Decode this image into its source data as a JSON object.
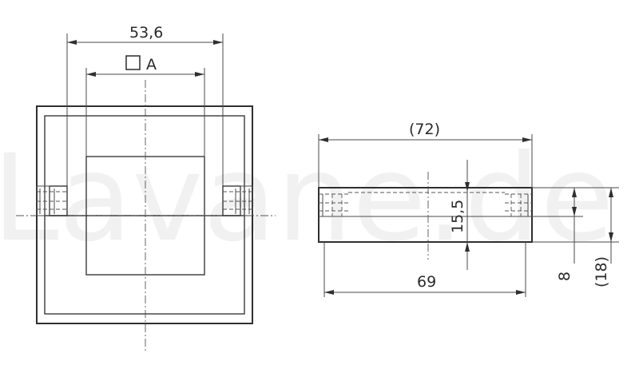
{
  "watermark": "Lavane.de",
  "front_view": {
    "width_dim": "53,6",
    "square_symbol": "□",
    "opening_dim": "A"
  },
  "side_view": {
    "length_dim": "(72)",
    "inner_length_dim": "69",
    "height_dim": "15,5",
    "offset_dim": "8",
    "total_height_dim": "(18)"
  }
}
